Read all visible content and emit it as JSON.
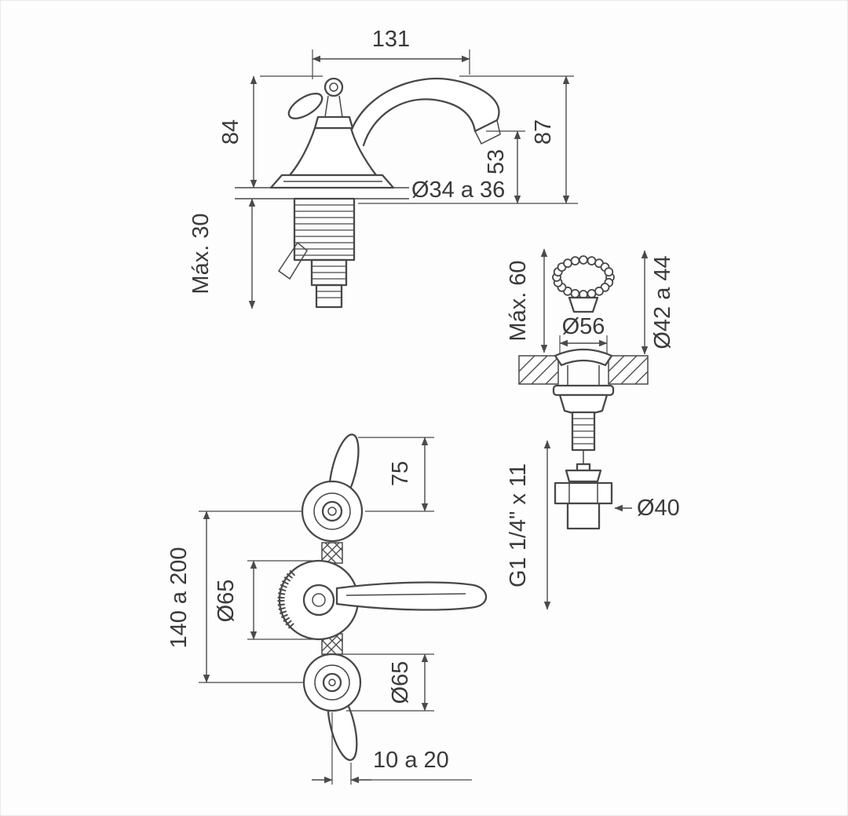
{
  "drawing": {
    "colors": {
      "line": "#484848",
      "text": "#3a3a3a",
      "background": "#fdfdfd"
    },
    "faucet": {
      "reach": "131",
      "height_left": "84",
      "height_right": "87",
      "spout_height": "53",
      "hole": "Ø34 a 36",
      "max_deck": "Máx. 30"
    },
    "drain": {
      "max_deck": "Máx. 60",
      "flange": "Ø56",
      "hole": "Ø42 a 44",
      "thread": "G1 1/4\" x 11",
      "nut": "Ø40"
    },
    "handles": {
      "lever": "75",
      "centers": "140 a 200",
      "trim_mid": "Ø65",
      "trim_bottom": "Ø65",
      "offset": "10 a 20"
    }
  }
}
